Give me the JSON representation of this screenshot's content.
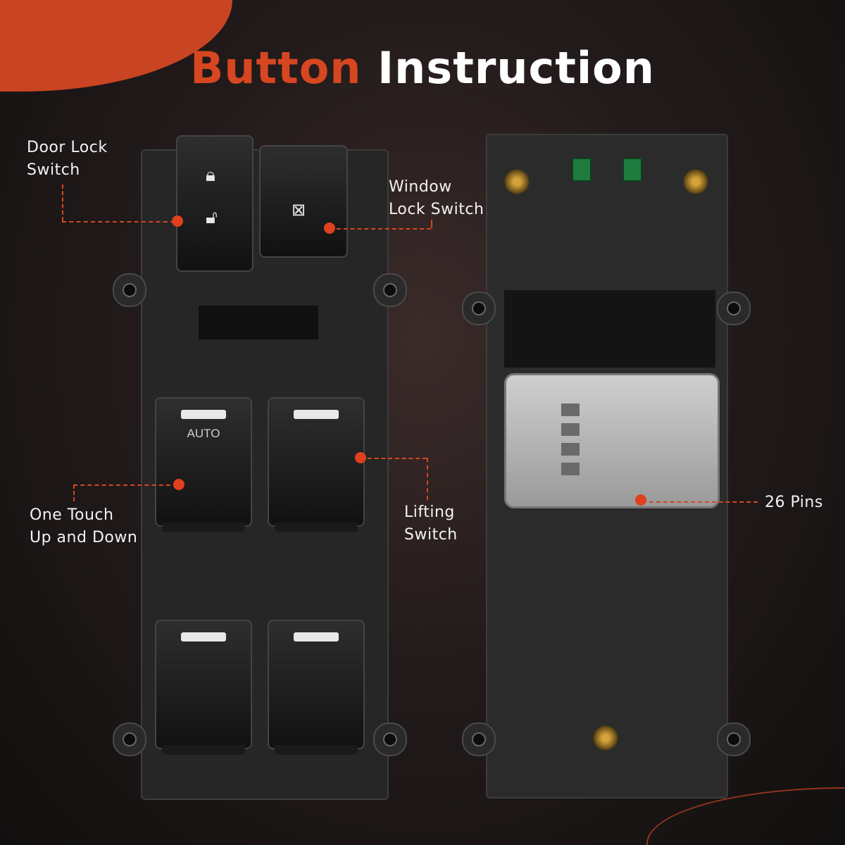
{
  "title": {
    "word1": "Button",
    "word2": "Instruction"
  },
  "callouts": {
    "door_lock": {
      "line1": "Door Lock",
      "line2": "Switch"
    },
    "window_lock": {
      "line1": "Window",
      "line2": "Lock Switch"
    },
    "one_touch": {
      "line1": "One Touch",
      "line2": "Up and Down"
    },
    "lifting": {
      "line1": "Lifting",
      "line2": "Switch"
    },
    "pins": {
      "line1": "26 Pins"
    }
  },
  "switch_labels": {
    "auto": "AUTO"
  },
  "colors": {
    "accent": "#d64620",
    "background": "#1f1818",
    "text": "#ffffff"
  },
  "icons": [
    "lock-closed-icon",
    "lock-open-icon",
    "window-lock-icon"
  ]
}
